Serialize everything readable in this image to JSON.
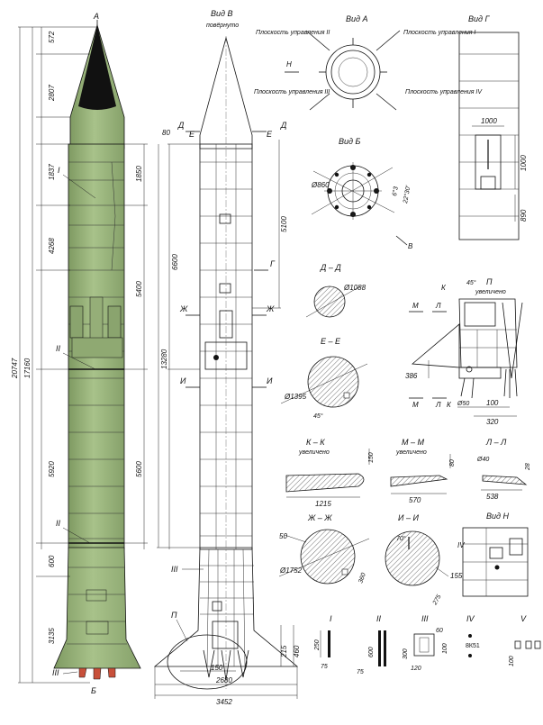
{
  "colors": {
    "body_green": "#a3bd84",
    "nose_black": "#111111",
    "nozzle_red": "#c8503a"
  },
  "labels": {
    "view_v": "Вид В",
    "view_v_sub": "повёрнуто",
    "view_a": "Вид А",
    "view_g": "Вид Г",
    "view_b": "Вид Б",
    "view_n": "Вид Н",
    "plane_1": "Плоскость управления I",
    "plane_2": "Плоскость управления II",
    "plane_3": "Плоскость управления III",
    "plane_4": "Плоскость управления IV",
    "letter_h": "Н",
    "letter_b": "В",
    "letter_g": "Г",
    "letter_a": "А",
    "letter_b_cyr": "Б",
    "sec_dd": "Д – Д",
    "sec_ee": "Е – Е",
    "sec_kk": "К – К",
    "sec_mm": "М – М",
    "sec_ll": "Л – Л",
    "sec_zhzh": "Ж – Ж",
    "sec_ii": "И – И",
    "view_p": "П",
    "enlarged": "увеличено",
    "cut_d": "Д",
    "cut_e": "Е",
    "cut_zh": "Ж",
    "cut_i": "И",
    "cut_m": "М",
    "cut_l": "Л",
    "cut_k": "К",
    "roman_1": "I",
    "roman_2": "II",
    "roman_3": "III",
    "roman_4": "IV",
    "roman_5": "V",
    "stamp_text": "8К51"
  },
  "dims": {
    "d572": "572",
    "d2807": "2807",
    "d1837": "1837",
    "d1850": "1850",
    "d4268": "4268",
    "d5400": "5400",
    "d20747": "20747",
    "d17160": "17160",
    "d5920": "5920",
    "d5600": "5600",
    "d600": "600",
    "d3135": "3135",
    "d80": "80",
    "d6600": "6600",
    "d5100": "5100",
    "d13280": "13280",
    "d215": "215",
    "d460": "460",
    "d150": "150",
    "d2680": "2680",
    "d3452": "3452",
    "d1000": "1000",
    "d1000b": "1000",
    "d890": "890",
    "o860": "Ø860",
    "o1088": "Ø1088",
    "o1395": "Ø1395",
    "o1752": "Ø1752",
    "a6_3": "6°3",
    "a22_30": "22°30'",
    "a45": "45°",
    "a45b": "45°",
    "a70": "70°",
    "d386": "386",
    "o50": "Ø50",
    "d100": "100",
    "d320": "320",
    "d1215": "1215",
    "d150k": "150",
    "d570": "570",
    "d80m": "80",
    "o40": "Ø40",
    "d28": "28",
    "d538": "538",
    "d50": "50",
    "d360": "360",
    "d155": "155",
    "d275": "275",
    "d250": "250",
    "d75": "75",
    "d600r": "600",
    "d75b": "75",
    "d300": "300",
    "d60": "60",
    "d100r": "100",
    "d120": "120",
    "d100v": "100"
  }
}
